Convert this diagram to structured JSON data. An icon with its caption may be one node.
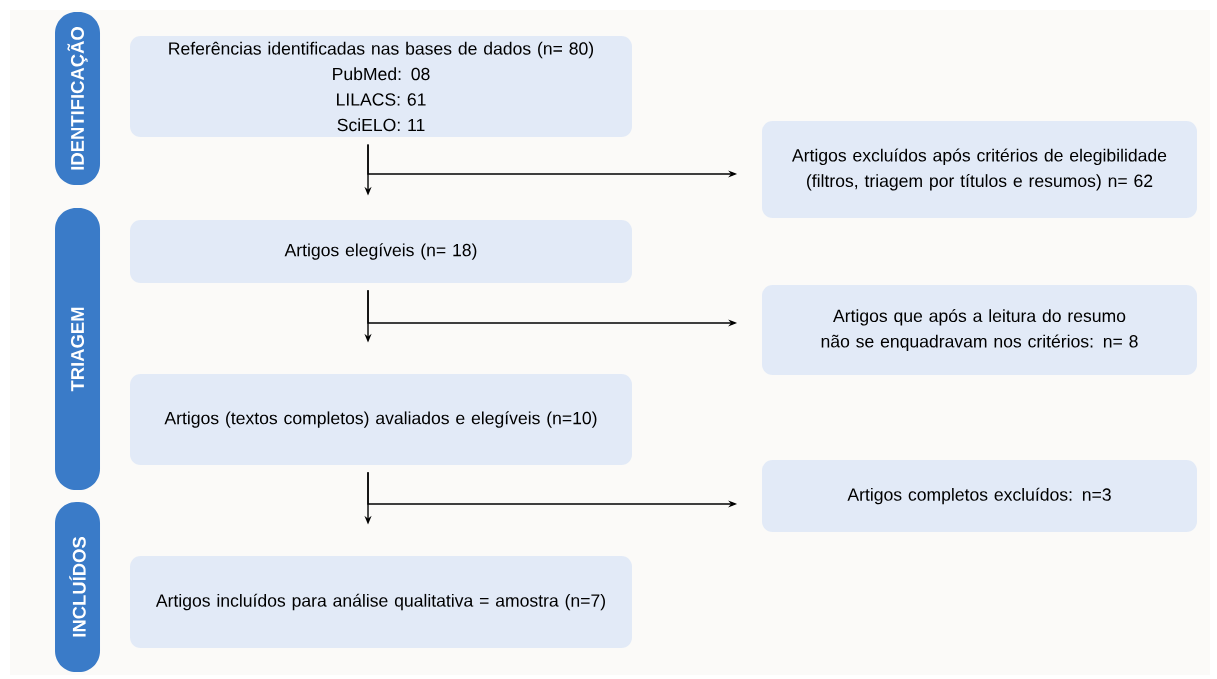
{
  "diagram": {
    "nodes": [
      {
        "text": [
          "IDENTIFICAÇÃO"
        ]
      },
      {
        "text": [
          "Referências identificadas nas bases de dados (n= 80)",
          "PubMed: 08",
          "LILACS: 61",
          "SciELO: 11"
        ]
      },
      {
        "text": [
          "Artigos excluídos após critérios de elegibilidade (filtros, triagem por títulos e resumos) n= 62"
        ]
      },
      {
        "text": [
          "TRIAGEM"
        ]
      },
      {
        "text": [
          "Artigos elegíveis (n= 18)"
        ]
      },
      {
        "text": [
          "Artigos que após a leitura do resumo não se enquadravam nos critérios: n= 8"
        ]
      },
      {
        "text": [
          "Artigos (textos completos) avaliados e elegíveis (n=10)"
        ]
      },
      {
        "text": [
          "Artigos completos excluídos: n=3"
        ]
      },
      {
        "text": [
          "INCLUÍDOS"
        ]
      },
      {
        "text": [
          "Artigos incluídos para análise qualitativa = amostra (n=7)"
        ]
      }
    ],
    "edges": [
      {
        "from": 1,
        "to": 4,
        "arrow": "to"
      },
      {
        "from": 1,
        "to": 2,
        "arrow": "to"
      },
      {
        "from": 4,
        "to": 6,
        "arrow": "to"
      },
      {
        "from": 4,
        "to": 5,
        "arrow": "to"
      },
      {
        "from": 6,
        "to": 9,
        "arrow": "to"
      },
      {
        "from": 6,
        "to": 7,
        "arrow": "to"
      }
    ]
  }
}
